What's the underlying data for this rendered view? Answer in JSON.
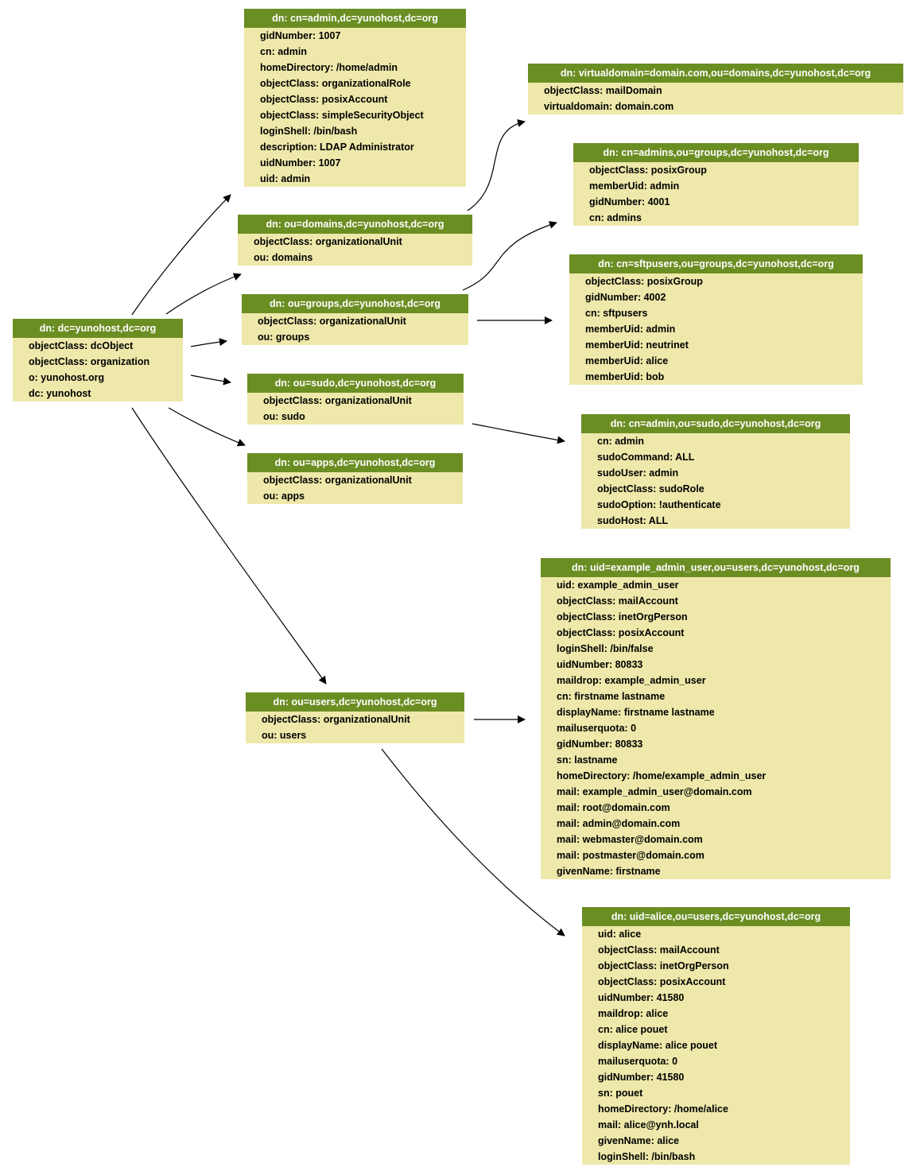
{
  "colors": {
    "header_bg": "#6b8e23",
    "header_text": "#ffffff",
    "body_bg": "#eee8aa",
    "edge": "#000000"
  },
  "nodes": [
    {
      "id": "root",
      "dn": "dn: dc=yunohost,dc=org",
      "attrs": [
        "objectClass: dcObject",
        "objectClass: organization",
        "o: yunohost.org",
        "dc: yunohost"
      ]
    },
    {
      "id": "cn-admin",
      "dn": "dn: cn=admin,dc=yunohost,dc=org",
      "attrs": [
        "gidNumber: 1007",
        "cn: admin",
        "homeDirectory: /home/admin",
        "objectClass: organizationalRole",
        "objectClass: posixAccount",
        "objectClass: simpleSecurityObject",
        "loginShell: /bin/bash",
        "description: LDAP Administrator",
        "uidNumber: 1007",
        "uid: admin"
      ]
    },
    {
      "id": "ou-domains",
      "dn": "dn: ou=domains,dc=yunohost,dc=org",
      "attrs": [
        "objectClass: organizationalUnit",
        "ou: domains"
      ]
    },
    {
      "id": "ou-groups",
      "dn": "dn: ou=groups,dc=yunohost,dc=org",
      "attrs": [
        "objectClass: organizationalUnit",
        "ou: groups"
      ]
    },
    {
      "id": "ou-sudo",
      "dn": "dn: ou=sudo,dc=yunohost,dc=org",
      "attrs": [
        "objectClass: organizationalUnit",
        "ou: sudo"
      ]
    },
    {
      "id": "ou-apps",
      "dn": "dn: ou=apps,dc=yunohost,dc=org",
      "attrs": [
        "objectClass: organizationalUnit",
        "ou: apps"
      ]
    },
    {
      "id": "ou-users",
      "dn": "dn: ou=users,dc=yunohost,dc=org",
      "attrs": [
        "objectClass: organizationalUnit",
        "ou: users"
      ]
    },
    {
      "id": "virtualdomain",
      "dn": "dn: virtualdomain=domain.com,ou=domains,dc=yunohost,dc=org",
      "attrs": [
        "objectClass: mailDomain",
        "virtualdomain: domain.com"
      ]
    },
    {
      "id": "cn-admins",
      "dn": "dn: cn=admins,ou=groups,dc=yunohost,dc=org",
      "attrs": [
        "objectClass: posixGroup",
        "memberUid: admin",
        "gidNumber: 4001",
        "cn: admins"
      ]
    },
    {
      "id": "cn-sftpusers",
      "dn": "dn: cn=sftpusers,ou=groups,dc=yunohost,dc=org",
      "attrs": [
        "objectClass: posixGroup",
        "gidNumber: 4002",
        "cn: sftpusers",
        "memberUid: admin",
        "memberUid: neutrinet",
        "memberUid: alice",
        "memberUid: bob"
      ]
    },
    {
      "id": "cn-admin-sudo",
      "dn": "dn: cn=admin,ou=sudo,dc=yunohost,dc=org",
      "attrs": [
        "cn: admin",
        "sudoCommand: ALL",
        "sudoUser: admin",
        "objectClass: sudoRole",
        "sudoOption: !authenticate",
        "sudoHost: ALL"
      ]
    },
    {
      "id": "uid-example-admin",
      "dn": "dn: uid=example_admin_user,ou=users,dc=yunohost,dc=org",
      "attrs": [
        "uid: example_admin_user",
        "objectClass: mailAccount",
        "objectClass: inetOrgPerson",
        "objectClass: posixAccount",
        "loginShell: /bin/false",
        "uidNumber: 80833",
        "maildrop: example_admin_user",
        "cn: firstname lastname",
        "displayName: firstname lastname",
        "mailuserquota: 0",
        "gidNumber: 80833",
        "sn: lastname",
        "homeDirectory: /home/example_admin_user",
        "mail: example_admin_user@domain.com",
        "mail: root@domain.com",
        "mail: admin@domain.com",
        "mail: webmaster@domain.com",
        "mail: postmaster@domain.com",
        "givenName: firstname"
      ]
    },
    {
      "id": "uid-alice",
      "dn": "dn: uid=alice,ou=users,dc=yunohost,dc=org",
      "attrs": [
        "uid: alice",
        "objectClass: mailAccount",
        "objectClass: inetOrgPerson",
        "objectClass: posixAccount",
        "uidNumber: 41580",
        "maildrop: alice",
        "cn: alice pouet",
        "displayName: alice pouet",
        "mailuserquota: 0",
        "gidNumber: 41580",
        "sn: pouet",
        "homeDirectory: /home/alice",
        "mail: alice@ynh.local",
        "givenName: alice",
        "loginShell: /bin/bash"
      ]
    }
  ],
  "edges": [
    {
      "from": "root",
      "to": "cn-admin"
    },
    {
      "from": "root",
      "to": "ou-domains"
    },
    {
      "from": "root",
      "to": "ou-groups"
    },
    {
      "from": "root",
      "to": "ou-sudo"
    },
    {
      "from": "root",
      "to": "ou-apps"
    },
    {
      "from": "root",
      "to": "ou-users"
    },
    {
      "from": "ou-domains",
      "to": "virtualdomain"
    },
    {
      "from": "ou-groups",
      "to": "cn-admins"
    },
    {
      "from": "ou-groups",
      "to": "cn-sftpusers"
    },
    {
      "from": "ou-sudo",
      "to": "cn-admin-sudo"
    },
    {
      "from": "ou-users",
      "to": "uid-example-admin"
    },
    {
      "from": "ou-users",
      "to": "uid-alice"
    }
  ]
}
